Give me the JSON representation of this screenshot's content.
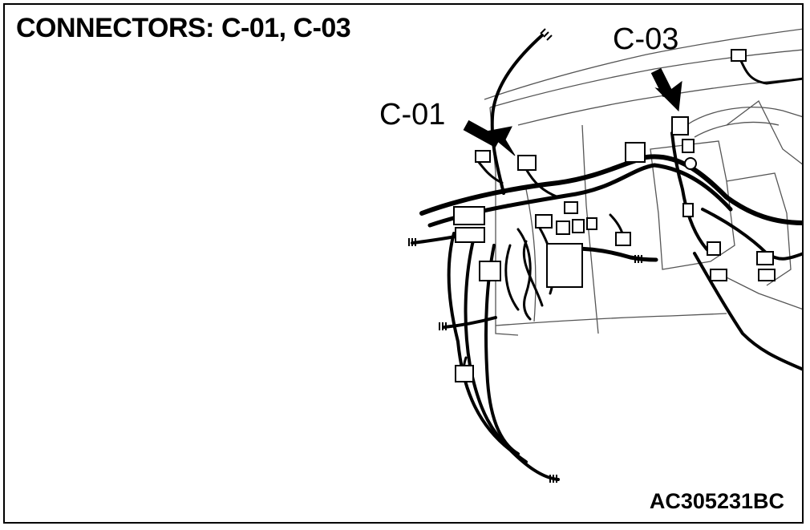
{
  "diagram": {
    "title": "CONNECTORS: C-01, C-03",
    "code": "AC305231BC",
    "callouts": [
      {
        "id": "c01",
        "label": "C-01"
      },
      {
        "id": "c03",
        "label": "C-03"
      }
    ],
    "colors": {
      "ink": "#000000",
      "paper": "#ffffff",
      "outline": "#555555"
    }
  }
}
